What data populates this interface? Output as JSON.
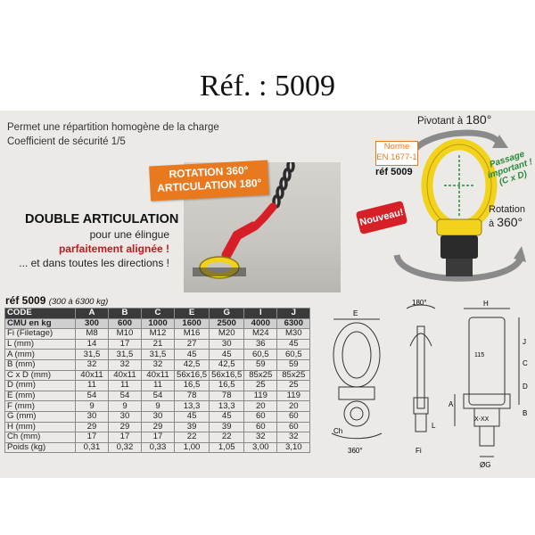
{
  "title": "Réf. : 5009",
  "description": {
    "line1": "Permet une répartition homogène de la charge",
    "line2": "Coefficient de sécurité 1/5"
  },
  "photo_callouts": {
    "rotation": "ROTATION 360°",
    "articulation": "ARTICULATION 180°",
    "double": "DOUBLE ARTICULATION",
    "sling_line1": "pour une élingue",
    "sling_line2": "parfaitement alignée !",
    "sling_line3": "... et dans toutes les directions !"
  },
  "product_callouts": {
    "pivot_label": "Pivotant à",
    "pivot_value": "180°",
    "norme_line1": "Norme",
    "norme_line2": "EN 1677-1",
    "ref": "réf 5009",
    "passage_line1": "Passage",
    "passage_line2": "important !",
    "passage_line3": "(C x D)",
    "new_badge": "Nouveau!",
    "rotation_label": "Rotation",
    "rotation_prefix": "à",
    "rotation_value": "360°"
  },
  "table_ref": {
    "label": "réf 5009",
    "range": "(300 à 6300 kg)"
  },
  "table": {
    "header": [
      "CODE",
      "A",
      "B",
      "C",
      "E",
      "G",
      "I",
      "J"
    ],
    "rows": [
      [
        "CMU en kg",
        "300",
        "600",
        "1000",
        "1600",
        "2500",
        "4000",
        "6300"
      ],
      [
        "Fi (Filetage)",
        "M8",
        "M10",
        "M12",
        "M16",
        "M20",
        "M24",
        "M30"
      ],
      [
        "L (mm)",
        "14",
        "17",
        "21",
        "27",
        "30",
        "36",
        "45"
      ],
      [
        "A (mm)",
        "31,5",
        "31,5",
        "31,5",
        "45",
        "45",
        "60,5",
        "60,5"
      ],
      [
        "B (mm)",
        "32",
        "32",
        "32",
        "42,5",
        "42,5",
        "59",
        "59"
      ],
      [
        "C x D (mm)",
        "40x11",
        "40x11",
        "40x11",
        "56x16,5",
        "56x16,5",
        "85x25",
        "85x25"
      ],
      [
        "D (mm)",
        "11",
        "11",
        "11",
        "16,5",
        "16,5",
        "25",
        "25"
      ],
      [
        "E (mm)",
        "54",
        "54",
        "54",
        "78",
        "78",
        "119",
        "119"
      ],
      [
        "F (mm)",
        "9",
        "9",
        "9",
        "13,3",
        "13,3",
        "20",
        "20"
      ],
      [
        "G (mm)",
        "30",
        "30",
        "30",
        "45",
        "45",
        "60",
        "60"
      ],
      [
        "H (mm)",
        "29",
        "29",
        "29",
        "39",
        "39",
        "60",
        "60"
      ],
      [
        "Ch (mm)",
        "17",
        "17",
        "17",
        "22",
        "22",
        "32",
        "32"
      ],
      [
        "Poids (kg)",
        "0,31",
        "0,32",
        "0,33",
        "1,00",
        "1,05",
        "3,00",
        "3,10"
      ]
    ]
  },
  "drawing_labels": {
    "E": "E",
    "angle_top": "180°",
    "H": "H",
    "A": "A",
    "B": "B",
    "C": "C",
    "D": "D",
    "L": "L",
    "Fi": "Fi",
    "G": "ØG",
    "Ch": "Ch",
    "angle_bottom": "360°",
    "J": "J",
    "mark1": "X-XX",
    "mark2": "115"
  },
  "colors": {
    "accent_orange": "#e8791f",
    "accent_red": "#d61f26",
    "yellow": "#f2d21b",
    "table_header": "#3a3a3a",
    "panel": "#eceae7"
  }
}
